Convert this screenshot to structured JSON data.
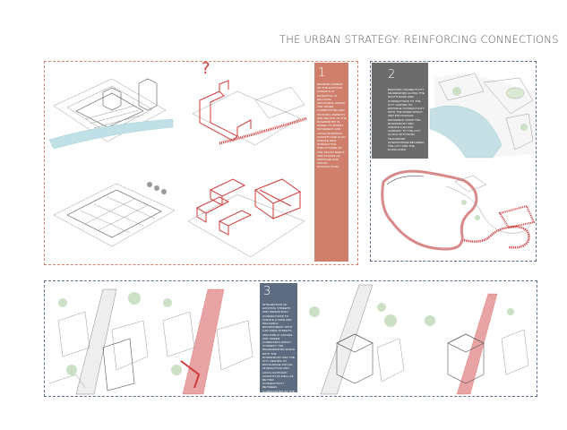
{
  "header": {
    "title": "THE URBAN STRATEGY: REINFORCING CONNECTIONS"
  },
  "panel1": {
    "number": "1",
    "description": "REDEVELOPMENT OF THE EXISTING STREETS IS ESSENTIAL IN RELATING INDUSTRIAL AREAS THE WIDER COMMUNITIES AND HISTORIC ASPECTS AND RELATE TO THE RIVERFRONT IN ORDER TO BOOST MOVEMENT AND LOCAL BUSINESS GROWTH AND ALSO CREATE NEW INTERACTIVE STRUCTURES OF THE SOUTH BANKS AND PLACES OF HERITAGE AND SOCIAL INTERACTIONS",
    "question_mark": "?"
  },
  "panel2": {
    "number": "2",
    "description": "REFINING CONNECTIVITY FRAMEWORK ALONG THE SOUTH BANK AND CONNECTIONS TO THE CITY CENTRE TO ENHANCE CONNECTIVITY WITH THE RIVER FRONT AND ENCOURAGE MOVEMENT FROM THE RIVERFRONT AND CREATE A MAJOR GATEWAY TO THE CITY ALONG WITH BANK TRANSPORT INTERCHANGE BETWEEN THE CITY AND THE DOCKLANDS"
  },
  "panel3": {
    "number": "3",
    "description": "INTEGRATION OF EXISTING STREETS AND PEDESTRIAN CONNECTIONS TO CREATE A SAFE AND WALKABLE ENVIRONMENT WITH CAR-FREE STREETS AND PUBLIC SPACES AND GREEN CORRIDORS WHICH CONNECT THE REGENERATED AREAS WITH THE RIVERFRONT AND THE CITY CENTRE TO ENCOURAGE SOCIAL INTERACTION AND LOCAL ECONOMY GROWTH AS WELL AS BETTER CONNECTIVITY BETWEEN COMMUNITIES OF THE CITY"
  },
  "colors": {
    "accent_red": "#cf7f6b",
    "sketch_red": "#d23b3b",
    "panel_grey": "#6c6c6c",
    "panel_slate": "#5d6c80",
    "dashed_blue": "#5b6e92"
  }
}
